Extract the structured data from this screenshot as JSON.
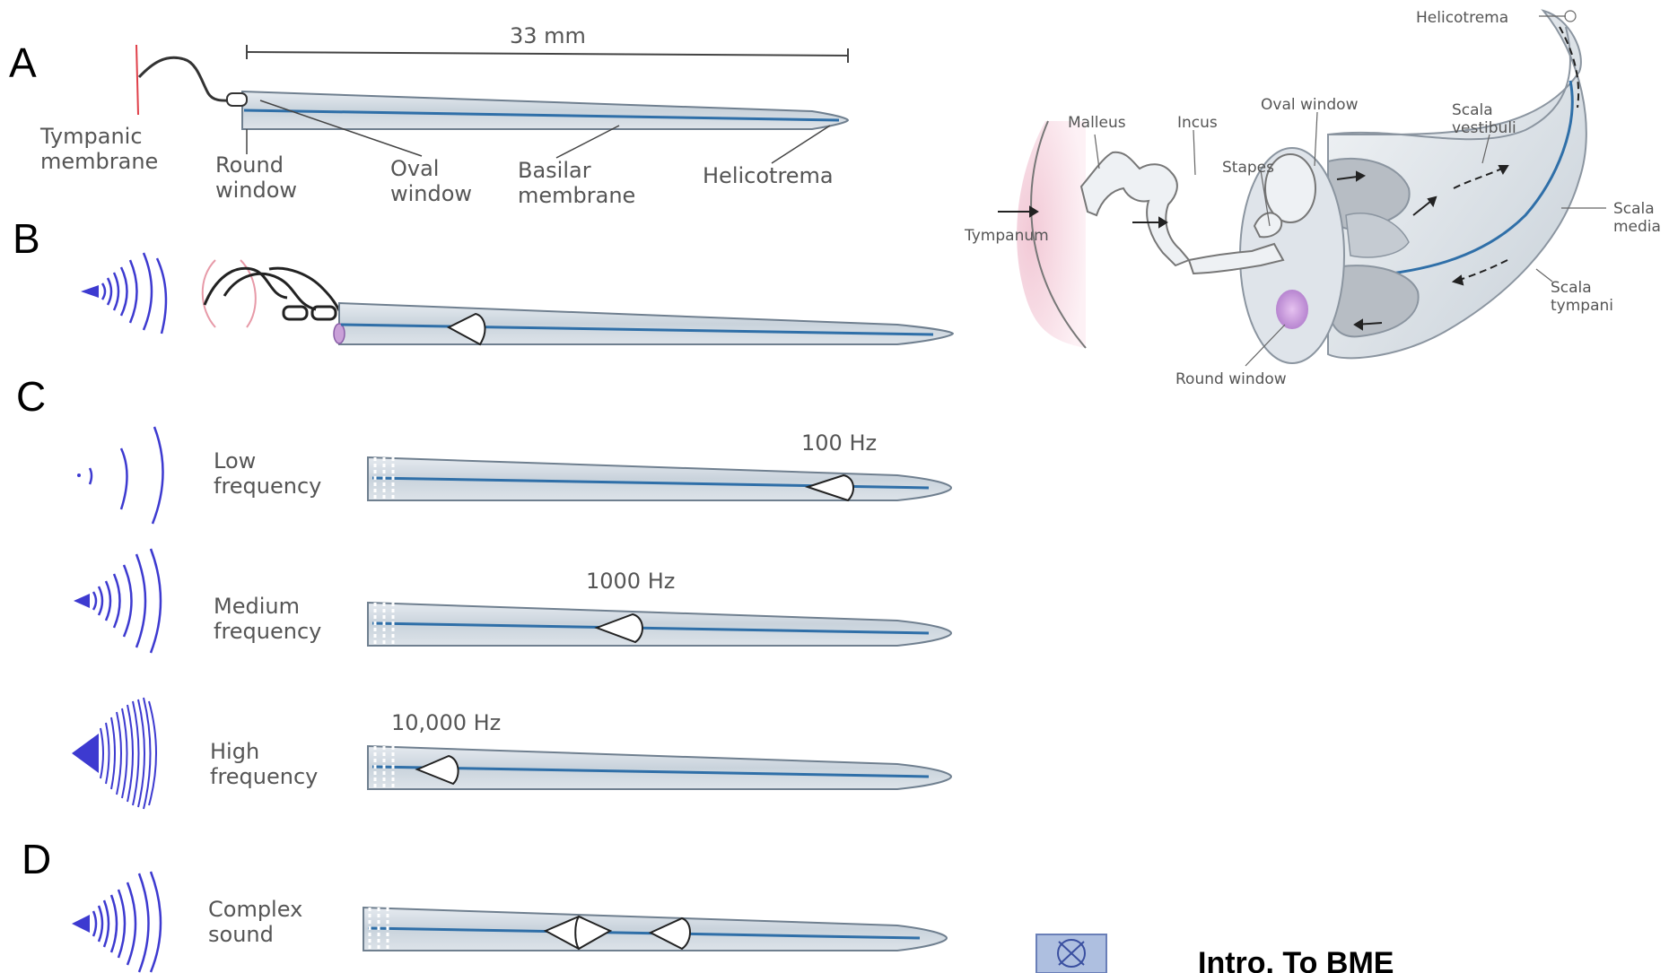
{
  "panels": {
    "A": {
      "letter": "A",
      "scale": "33 mm",
      "labels": {
        "tympanic_membrane": [
          "Tympanic",
          "membrane"
        ],
        "round_window": [
          "Round",
          "window"
        ],
        "oval_window": [
          "Oval",
          "window"
        ],
        "basilar_membrane": [
          "Basilar",
          "membrane"
        ],
        "helicotrema": "Helicotrema"
      }
    },
    "B": {
      "letter": "B"
    },
    "C": {
      "letter": "C",
      "rows": [
        {
          "label": [
            "Low",
            "frequency"
          ],
          "freq": "100 Hz"
        },
        {
          "label": [
            "Medium",
            "frequency"
          ],
          "freq": "1000 Hz"
        },
        {
          "label": [
            "High",
            "frequency"
          ],
          "freq": "10,000 Hz"
        }
      ]
    },
    "D": {
      "letter": "D",
      "label": [
        "Complex",
        "sound"
      ]
    }
  },
  "anatomy": {
    "helicotrema": "Helicotrema",
    "malleus": "Malleus",
    "incus": "Incus",
    "oval_window": "Oval window",
    "scala_vestibuli": [
      "Scala",
      "vestibuli"
    ],
    "stapes": "Stapes",
    "tympanum": "Tympanum",
    "scala_media": [
      "Scala",
      "media"
    ],
    "scala_tympani": [
      "Scala",
      "tympani"
    ],
    "round_window": "Round window"
  },
  "footer": {
    "title": "Intro. To BME"
  },
  "colors": {
    "membrane": "#2f6fa8",
    "tube": "#d5dde4",
    "tube_edge": "#6f7f8f",
    "wave": "#3d3ad0",
    "window": "#c9a0d8"
  }
}
